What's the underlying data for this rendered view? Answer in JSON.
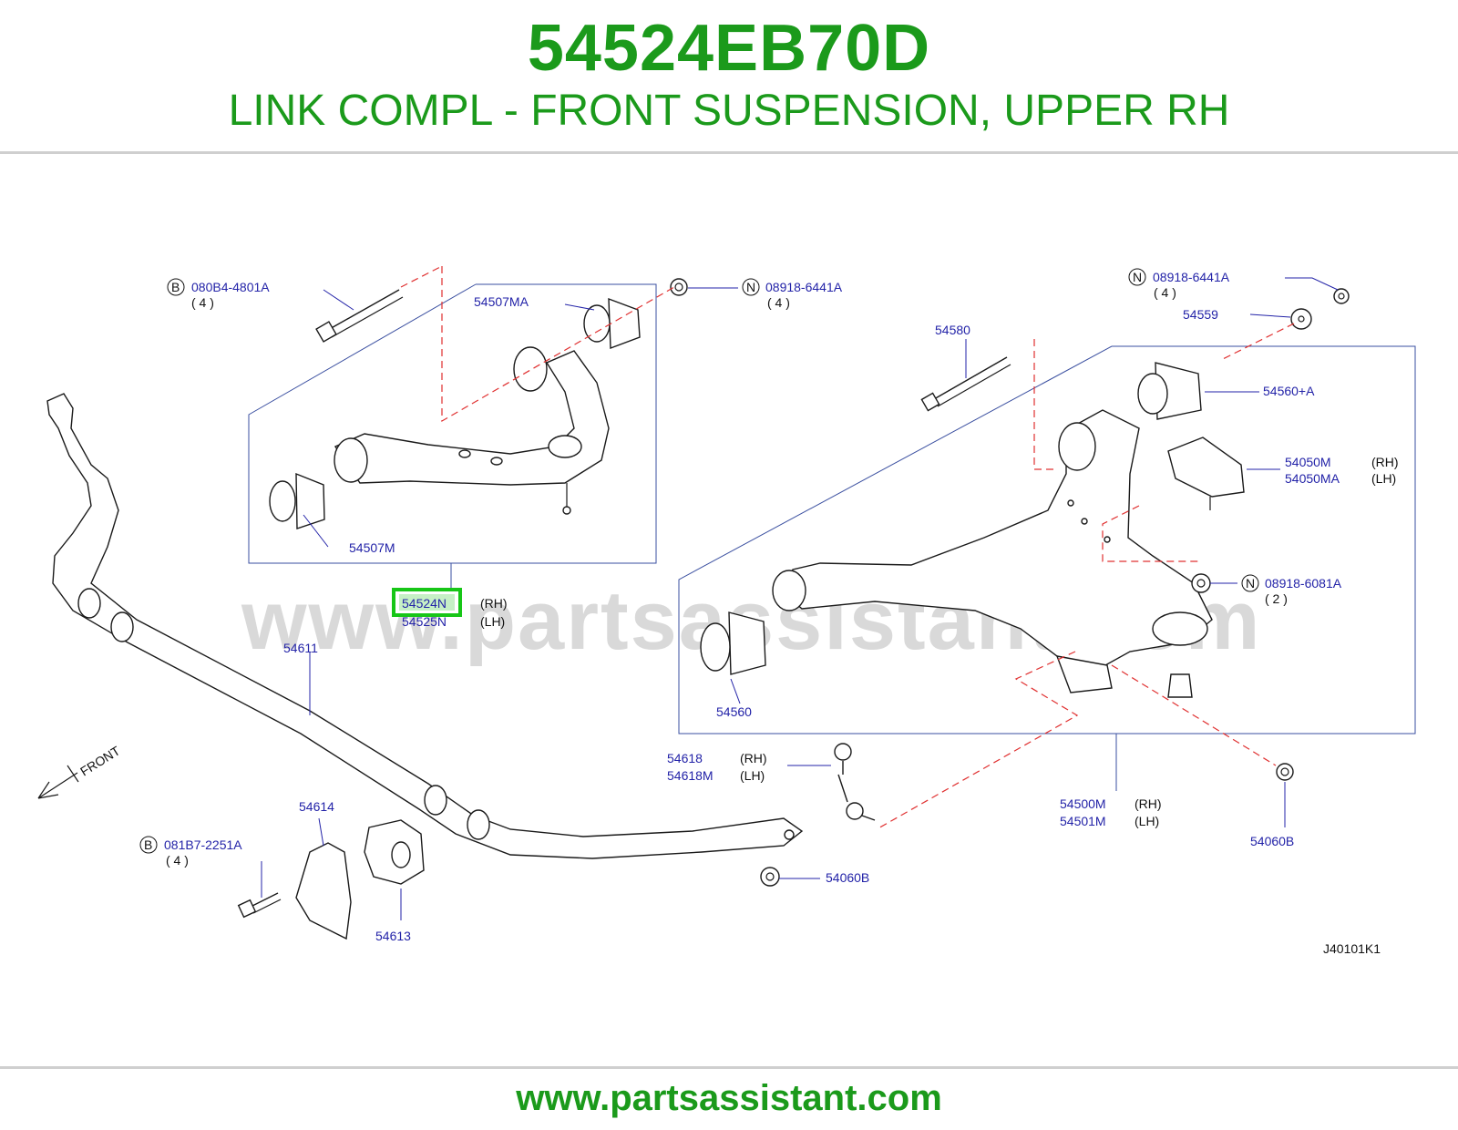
{
  "header": {
    "part_number": "54524EB70D",
    "description": "LINK COMPL - FRONT SUSPENSION, UPPER RH"
  },
  "watermark": "www.partsassistant.com",
  "footer": {
    "url": "www.partsassistant.com"
  },
  "diagram": {
    "code": "J40101K1",
    "front_label": "FRONT",
    "labels": {
      "bolt_b_top": {
        "badge": "B",
        "part": "080B4-4801A",
        "qty": "( 4 )"
      },
      "nut_n_top": {
        "badge": "N",
        "part": "08918-6441A",
        "qty": "( 4 )"
      },
      "nut_n_right": {
        "badge": "N",
        "part": "08918-6441A",
        "qty": "( 4 )"
      },
      "nut_n_mid": {
        "badge": "N",
        "part": "08918-6081A",
        "qty": "( 2 )"
      },
      "bolt_b_bottom": {
        "badge": "B",
        "part": "081B7-2251A",
        "qty": "( 4 )"
      },
      "bush_54507MA": "54507MA",
      "bush_54507M": "54507M",
      "upper_link_rh": {
        "part": "54524N",
        "side": "(RH)"
      },
      "upper_link_lh": {
        "part": "54525N",
        "side": "(LH)"
      },
      "stabilizer": "54611",
      "bolt_54580": "54580",
      "washer_54559": "54559",
      "bush_54560A": "54560+A",
      "stopper_rh": {
        "part": "54050M",
        "side": "(RH)"
      },
      "stopper_lh": {
        "part": "54050MA",
        "side": "(LH)"
      },
      "bush_54560": "54560",
      "lower_link_rh": {
        "part": "54500M",
        "side": "(RH)"
      },
      "lower_link_lh": {
        "part": "54501M",
        "side": "(LH)"
      },
      "conn_rod_rh": {
        "part": "54618",
        "side": "(RH)"
      },
      "conn_rod_lh": {
        "part": "54618M",
        "side": "(LH)"
      },
      "nut_54060B_right": "54060B",
      "nut_54060B_left": "54060B",
      "clamp_54614": "54614",
      "bush_54613": "54613"
    }
  },
  "colors": {
    "title_green": "#1b9a1b",
    "label_blue": "#2323a8",
    "highlight_green": "#17c617",
    "dash_red": "#e03030"
  }
}
